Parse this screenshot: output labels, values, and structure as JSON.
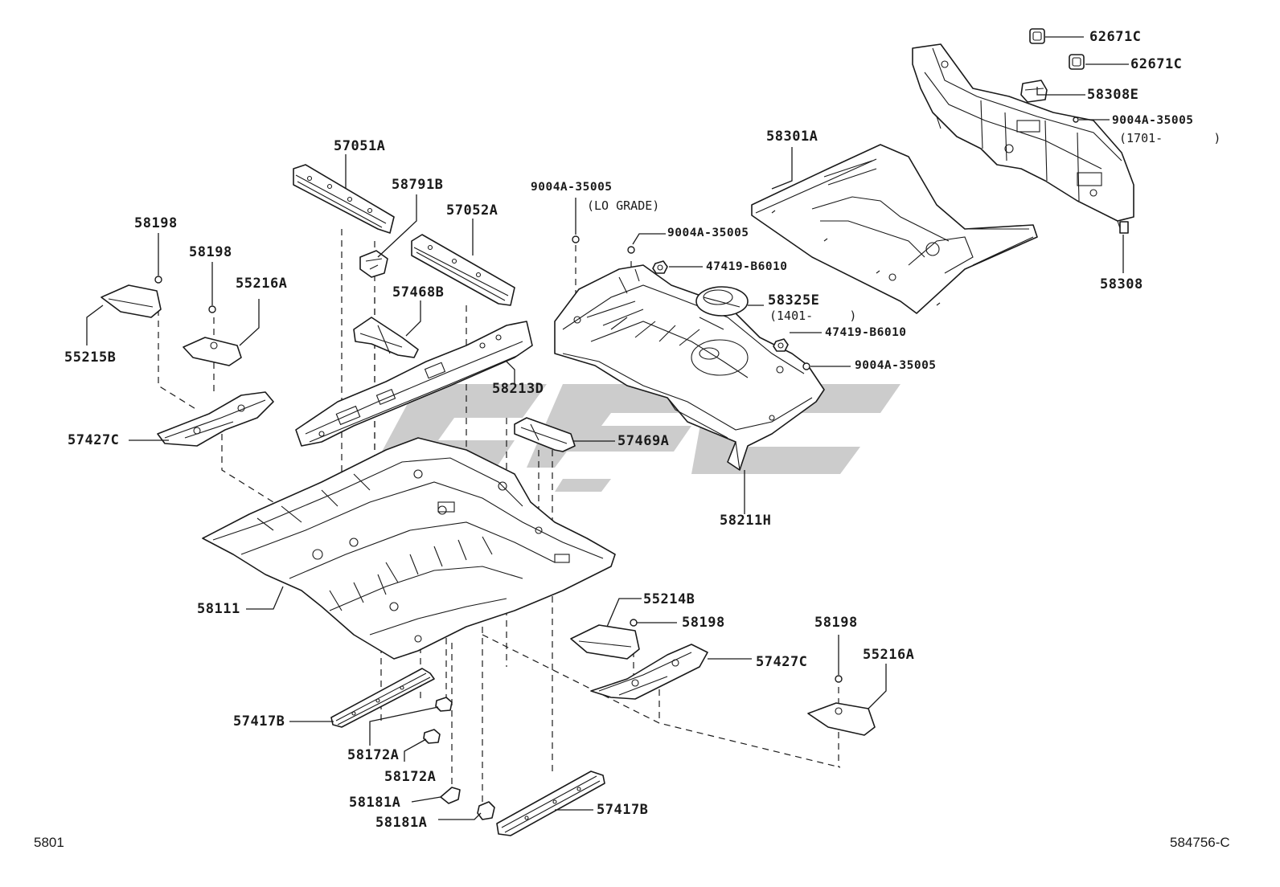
{
  "diagram": {
    "callouts": {
      "p62671c_a": "62671C",
      "p62671c_b": "62671C",
      "p58308e": "58308E",
      "p9004a_top": "9004A-35005",
      "p1701": "(1701-       )",
      "p58301a": "58301A",
      "p58308": "58308",
      "p57051a": "57051A",
      "p58791b": "58791B",
      "p9004a_lo": "9004A-35005",
      "p_lo_grade": "(LO GRADE)",
      "p57052a": "57052A",
      "p9004a_mid": "9004A-35005",
      "p47419_a": "47419-B6010",
      "p58325e": "58325E",
      "p1401": "(1401-     )",
      "p47419_b": "47419-B6010",
      "p9004a_right": "9004A-35005",
      "p58198_a": "58198",
      "p58198_b": "58198",
      "p55216a_top": "55216A",
      "p57468b": "57468B",
      "p55215b": "55215B",
      "p58213d": "58213D",
      "p57427c_left": "57427C",
      "p57469a": "57469A",
      "p58211h": "58211H",
      "p58111": "58111",
      "p55214b": "55214B",
      "p58198_c": "58198",
      "p57427c_right": "57427C",
      "p58198_d": "58198",
      "p55216a_bottom": "55216A",
      "p57417b_left": "57417B",
      "p58172a_a": "58172A",
      "p58172a_b": "58172A",
      "p58181a_a": "58181A",
      "p58181a_b": "58181A",
      "p57417b_right": "57417B"
    },
    "page_number": "5801",
    "illustration_number": "584756-C"
  }
}
